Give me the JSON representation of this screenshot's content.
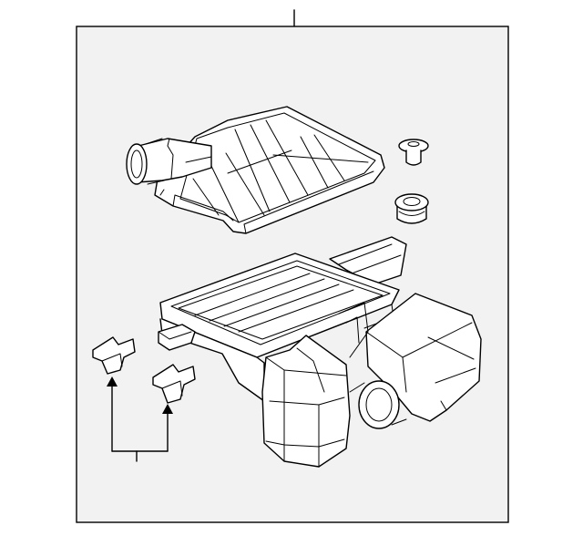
{
  "diagram": {
    "type": "exploded-parts-illustration",
    "background_color": "#f2f2f2",
    "frame_color": "#000000",
    "callout_labels": [],
    "parts": [
      {
        "name": "air-cleaner-upper-cover"
      },
      {
        "name": "small-grommet"
      },
      {
        "name": "rubber-grommet"
      },
      {
        "name": "air-cleaner-lower-housing"
      },
      {
        "name": "bracket-left"
      },
      {
        "name": "bracket-right"
      }
    ]
  }
}
